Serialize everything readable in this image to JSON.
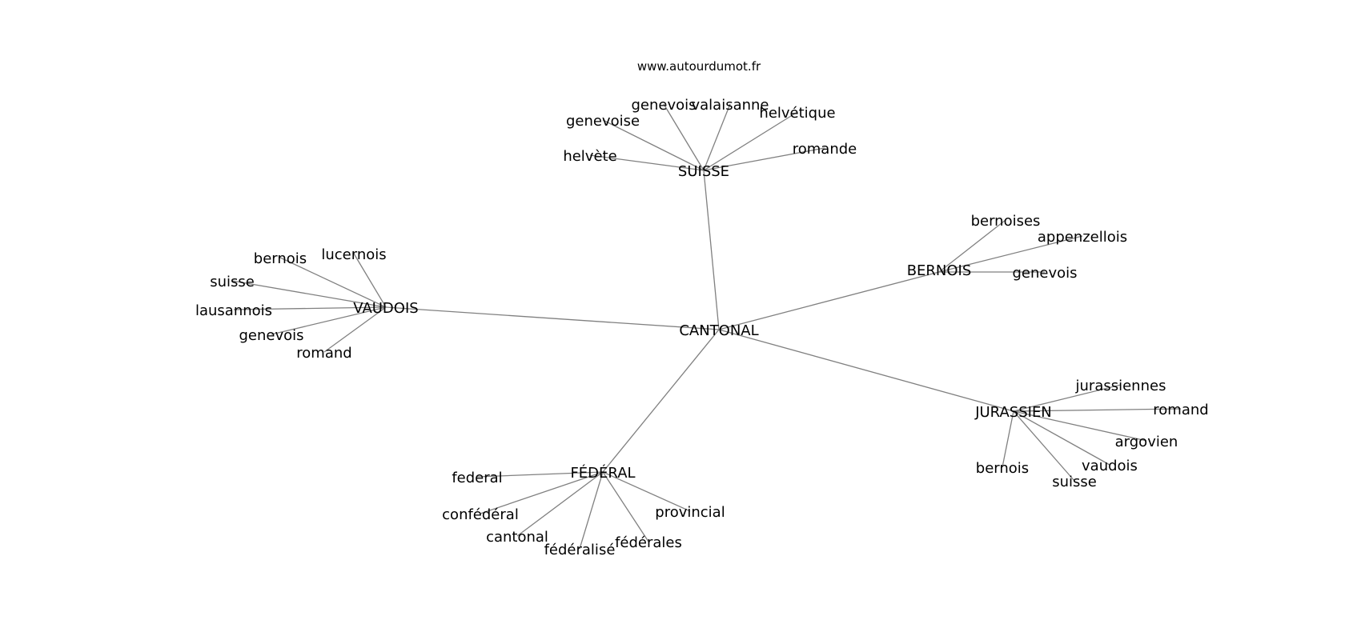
{
  "source": "www.autourdumot.fr",
  "center": "CANTONAL",
  "groups": [
    {
      "hub": "SUISSE",
      "words": [
        "genevois",
        "valaisanne",
        "genevoise",
        "helvétique",
        "helvète",
        "romande"
      ]
    },
    {
      "hub": "BERNOIS",
      "words": [
        "bernoises",
        "appenzellois",
        "genevois"
      ]
    },
    {
      "hub": "VAUDOIS",
      "words": [
        "bernois",
        "lucernois",
        "suisse",
        "lausannois",
        "genevois",
        "romand"
      ]
    },
    {
      "hub": "JURASSIEN",
      "words": [
        "jurassiennes",
        "romand",
        "argovien",
        "vaudois",
        "bernois",
        "suisse"
      ]
    },
    {
      "hub": "FÉDÉRAL",
      "words": [
        "federal",
        "confédéral",
        "cantonal",
        "fédéralisé",
        "fédérales",
        "provincial"
      ]
    }
  ]
}
